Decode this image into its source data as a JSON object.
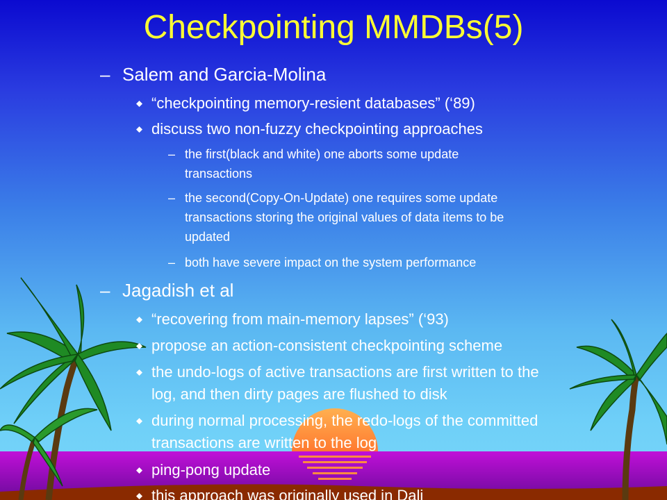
{
  "title": "Checkpointing MMDBs(5)",
  "dash": "–",
  "bullet_icon": "diamond-bullet-icon",
  "colors": {
    "title": "#ffff33",
    "text": "#ffffff",
    "sky_top": "#0b0ad0",
    "sky_bottom": "#7ad6fa",
    "sea": "#8a10b8",
    "sun": "#ff9a3c",
    "palm": "#1f8a24"
  },
  "sections": [
    {
      "heading": "Salem and Garcia-Molina",
      "items": [
        {
          "text": "“checkpointing memory-resient databases” (‘89)"
        },
        {
          "text": "discuss two non-fuzzy checkpointing approaches",
          "subitems": [
            {
              "lines": [
                "the first(black and white) one aborts some update",
                "transactions"
              ]
            },
            {
              "lines": [
                "the second(Copy-On-Update) one requires some update",
                "transactions storing the original values of data items to be",
                "updated"
              ]
            },
            {
              "lines": [
                "both have severe impact on the system performance"
              ]
            }
          ]
        }
      ]
    },
    {
      "heading": "Jagadish et al",
      "items": [
        {
          "lines": [
            "“recovering from main-memory lapses” (‘93)"
          ]
        },
        {
          "lines": [
            "propose an action-consistent checkpointing scheme"
          ]
        },
        {
          "lines": [
            "the undo-logs of active transactions are first written to the",
            "log, and then dirty pages are flushed to disk"
          ]
        },
        {
          "lines": [
            "during normal processing, the redo-logs of the committed",
            "transactions are written to the log"
          ]
        },
        {
          "lines": [
            "ping-pong update"
          ]
        },
        {
          "lines": [
            "this approach was originally used in Dali"
          ]
        }
      ]
    }
  ]
}
